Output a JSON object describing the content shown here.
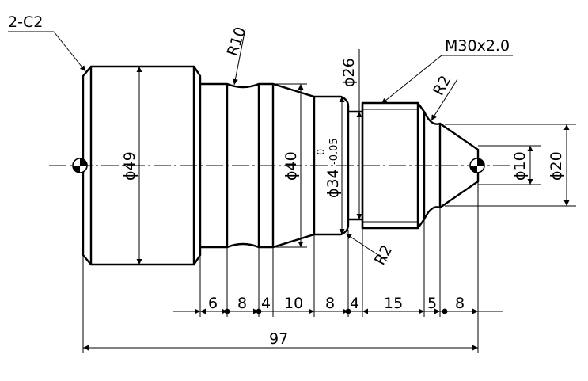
{
  "annotations": {
    "chamfer": "2-C2",
    "radius_groove": "R10",
    "thread": "M30x2.0",
    "radius_neck": "R2",
    "radius_shoulder": "R2"
  },
  "diameters": {
    "d49": "ϕ49",
    "d40": "ϕ40",
    "d34": "ϕ34",
    "d34_tol_upper": "0",
    "d34_tol_lower": "-0.05",
    "d26": "ϕ26",
    "d10": "ϕ10",
    "d20": "ϕ20"
  },
  "lengths": {
    "segments": [
      "6",
      "8",
      "4",
      "10",
      "8",
      "4",
      "15",
      "5",
      "8"
    ],
    "total": "97"
  }
}
